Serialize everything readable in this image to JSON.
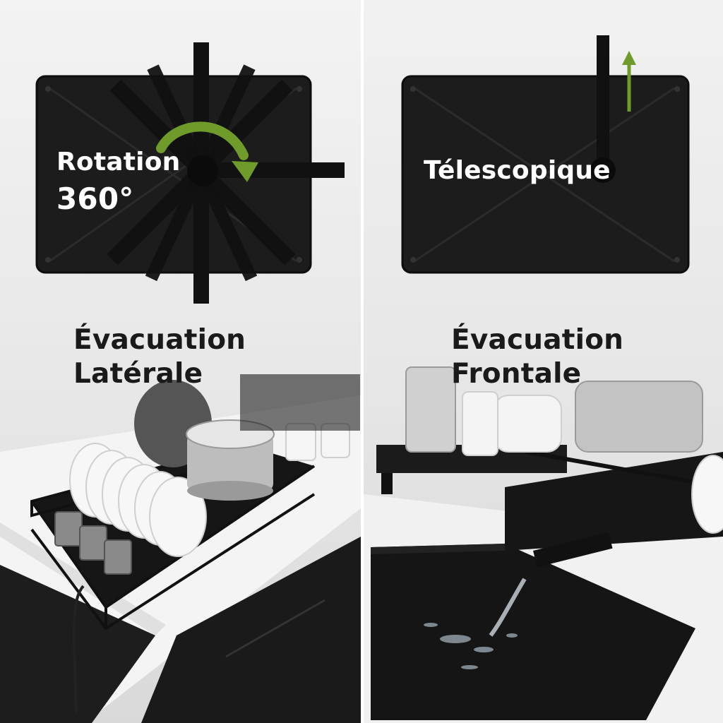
{
  "left_panel": {
    "mat_label_line1": "Rotation",
    "mat_label_line2": "360°",
    "caption_line1": "Évacuation",
    "caption_line2": "Latérale"
  },
  "right_panel": {
    "mat_label": "Télescopique",
    "caption_line1": "Évacuation",
    "caption_line2": "Frontale"
  },
  "colors": {
    "mat": "#1c1c1c",
    "arrow": "#6e9b2a",
    "counter": "#f4f4f4",
    "cabinet": "#1a1a1a"
  },
  "icons": [
    "rotation-arrow-icon",
    "up-arrow-icon"
  ]
}
